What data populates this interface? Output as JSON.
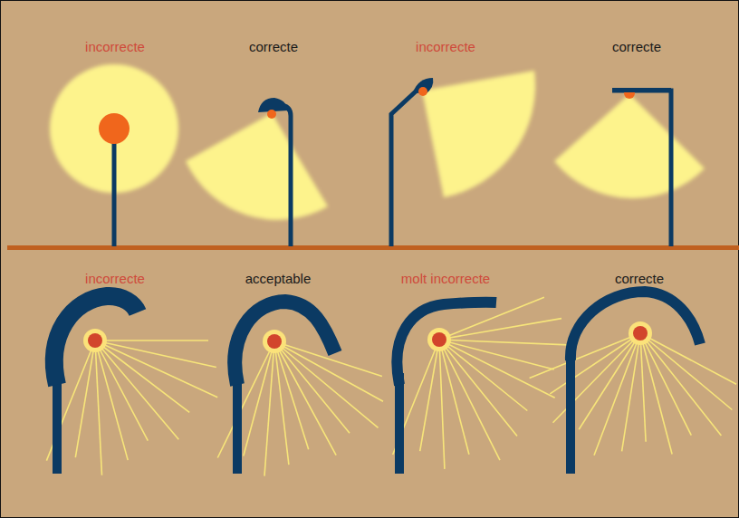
{
  "diagram": {
    "labels": [
      "incorrecte",
      "correcte",
      "incorrecte",
      "correcte",
      "incorrecte",
      "acceptable",
      "molt incorrecte",
      "correcte"
    ]
  }
}
